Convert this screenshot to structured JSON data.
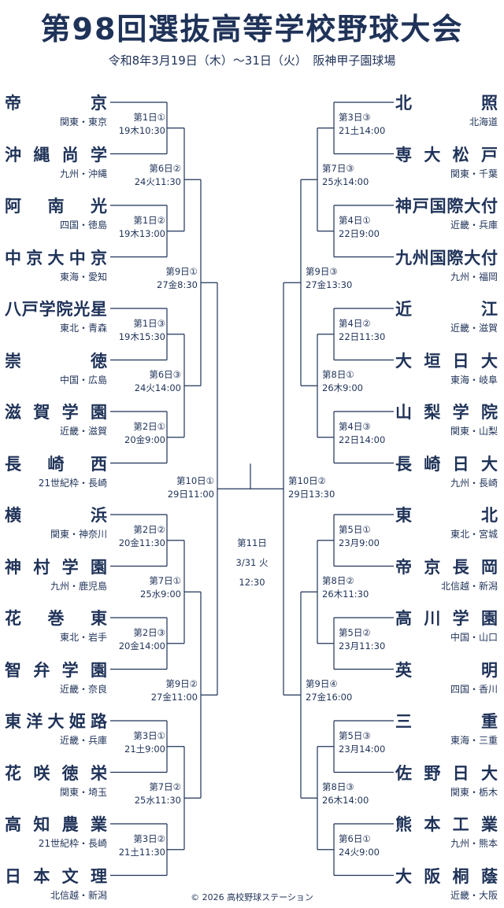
{
  "title": "第98回選抜高等学校野球大会",
  "subtitle": "令和8年3月19日（木）～31日（火）　阪神甲子園球場",
  "left_teams": [
    {
      "name": "帝京",
      "region": "関東・東京"
    },
    {
      "name": "沖縄尚学",
      "region": "九州・沖縄"
    },
    {
      "name": "阿南光",
      "region": "四国・徳島"
    },
    {
      "name": "中京大中京",
      "region": "東海・愛知"
    },
    {
      "name": "八戸学院光星",
      "region": "東北・青森"
    },
    {
      "name": "崇徳",
      "region": "中国・広島"
    },
    {
      "name": "滋賀学園",
      "region": "近畿・滋賀"
    },
    {
      "name": "長崎西",
      "region": "21世紀枠・長崎"
    },
    {
      "name": "横浜",
      "region": "関東・神奈川"
    },
    {
      "name": "神村学園",
      "region": "九州・鹿児島"
    },
    {
      "name": "花巻東",
      "region": "東北・岩手"
    },
    {
      "name": "智弁学園",
      "region": "近畿・奈良"
    },
    {
      "name": "東洋大姫路",
      "region": "近畿・兵庫"
    },
    {
      "name": "花咲徳栄",
      "region": "関東・埼玉"
    },
    {
      "name": "高知農業",
      "region": "21世紀枠・長崎"
    },
    {
      "name": "日本文理",
      "region": "北信越・新潟"
    }
  ],
  "right_teams": [
    {
      "name": "北照",
      "region": "北海道"
    },
    {
      "name": "専大松戸",
      "region": "関東・千葉"
    },
    {
      "name": "神戸国際大付",
      "region": "近畿・兵庫"
    },
    {
      "name": "九州国際大付",
      "region": "九州・福岡"
    },
    {
      "name": "近江",
      "region": "近畿・滋賀"
    },
    {
      "name": "大垣日大",
      "region": "東海・岐阜"
    },
    {
      "name": "山梨学院",
      "region": "関東・山梨"
    },
    {
      "name": "長崎日大",
      "region": "九州・長崎"
    },
    {
      "name": "東北",
      "region": "東北・宮城"
    },
    {
      "name": "帝京長岡",
      "region": "北信越・新潟"
    },
    {
      "name": "高川学園",
      "region": "中国・山口"
    },
    {
      "name": "英明",
      "region": "四国・香川"
    },
    {
      "name": "三重",
      "region": "東海・三重"
    },
    {
      "name": "佐野日大",
      "region": "関東・栃木"
    },
    {
      "name": "熊本工業",
      "region": "九州・熊本"
    },
    {
      "name": "大阪桐蔭",
      "region": "近畿・大阪"
    }
  ],
  "left_r1": [
    {
      "game": "第1日①",
      "time": "19木10:30"
    },
    {
      "game": "第1日②",
      "time": "19木13:00"
    },
    {
      "game": "第1日③",
      "time": "19木15:30"
    },
    {
      "game": "第2日①",
      "time": "20金9:00"
    },
    {
      "game": "第2日②",
      "time": "20金11:30"
    },
    {
      "game": "第2日③",
      "time": "20金14:00"
    },
    {
      "game": "第3日①",
      "time": "21土9:00"
    },
    {
      "game": "第3日②",
      "time": "21土11:30"
    }
  ],
  "left_r2": [
    {
      "game": "第6日②",
      "time": "24火11:30"
    },
    {
      "game": "第6日③",
      "time": "24火14:00"
    },
    {
      "game": "第7日①",
      "time": "25水9:00"
    },
    {
      "game": "第7日②",
      "time": "25水11:30"
    }
  ],
  "left_r3": [
    {
      "game": "第9日①",
      "time": "27金8:30"
    },
    {
      "game": "第9日②",
      "time": "27金11:00"
    }
  ],
  "left_sf": {
    "game": "第10日①",
    "time": "29日11:00"
  },
  "right_r1": [
    {
      "game": "第3日③",
      "time": "21土14:00"
    },
    {
      "game": "第4日①",
      "time": "22日9:00"
    },
    {
      "game": "第4日②",
      "time": "22日11:30"
    },
    {
      "game": "第4日③",
      "time": "22日14:00"
    },
    {
      "game": "第5日①",
      "time": "23月9:00"
    },
    {
      "game": "第5日②",
      "time": "23月11:30"
    },
    {
      "game": "第5日③",
      "time": "23月14:00"
    },
    {
      "game": "第6日①",
      "time": "24火9:00"
    }
  ],
  "right_r2": [
    {
      "game": "第7日③",
      "time": "25水14:00"
    },
    {
      "game": "第8日①",
      "time": "26木9:00"
    },
    {
      "game": "第8日②",
      "time": "26木11:30"
    },
    {
      "game": "第8日③",
      "time": "26木14:00"
    }
  ],
  "right_r3": [
    {
      "game": "第9日③",
      "time": "27金13:30"
    },
    {
      "game": "第9日④",
      "time": "27金16:00"
    }
  ],
  "right_sf": {
    "game": "第10日②",
    "time": "29日13:30"
  },
  "final": {
    "day": "第11日",
    "date": "3/31 火",
    "time": "12:30"
  },
  "footer": "© 2026 高校野球ステーション",
  "colors": {
    "line": "#1f3258",
    "text": "#1f3258"
  }
}
